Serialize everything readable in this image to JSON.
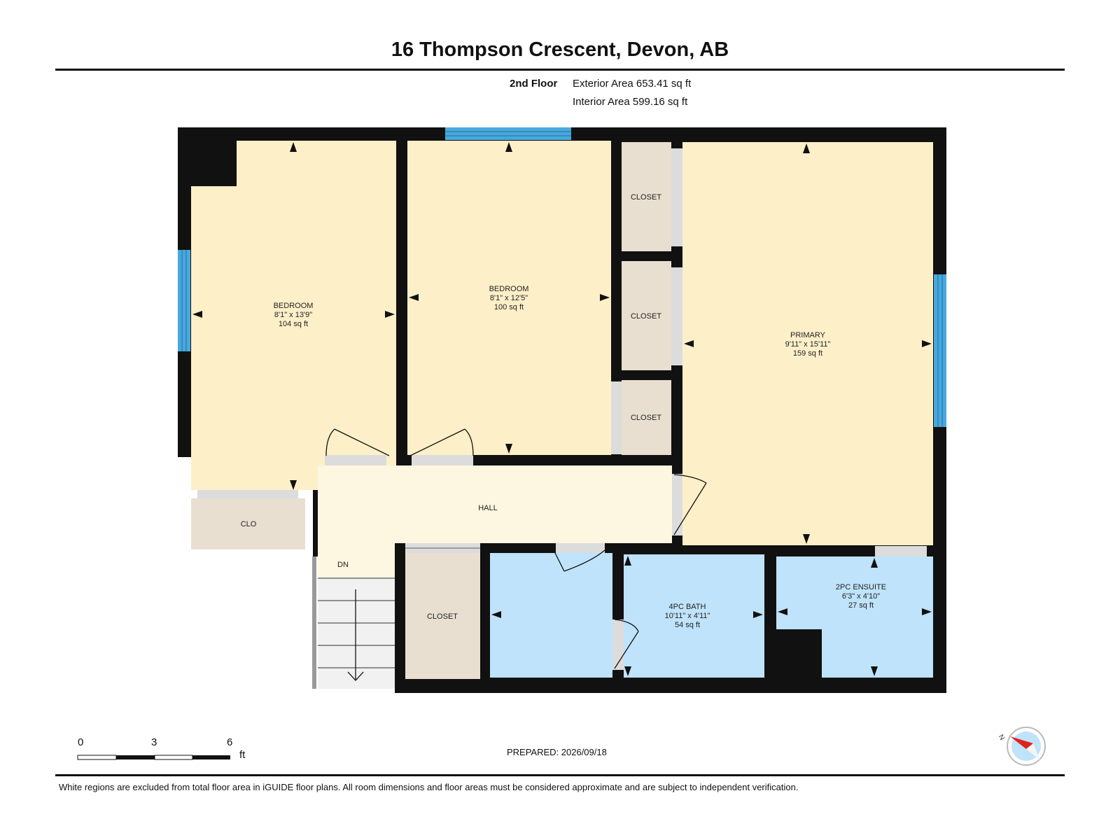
{
  "header": {
    "title": "16 Thompson Crescent, Devon, AB",
    "floor": "2nd Floor",
    "exterior_area": "Exterior Area 653.41 sq ft",
    "interior_area": "Interior Area 599.16 sq ft"
  },
  "rooms": {
    "bedroom1": {
      "name": "BEDROOM",
      "dims": "8'1\" x 13'9\"",
      "area": "104 sq ft"
    },
    "bedroom2": {
      "name": "BEDROOM",
      "dims": "8'1\" x 12'5\"",
      "area": "100 sq ft"
    },
    "primary": {
      "name": "PRIMARY",
      "dims": "9'11\" x 15'11\"",
      "area": "159 sq ft"
    },
    "bath4": {
      "name": "4PC BATH",
      "dims": "10'11\" x 4'11\"",
      "area": "54 sq ft"
    },
    "ensuite2": {
      "name": "2PC ENSUITE",
      "dims": "6'3\" x 4'10\"",
      "area": "27 sq ft"
    },
    "closet_a": {
      "name": "CLOSET"
    },
    "closet_b": {
      "name": "CLOSET"
    },
    "closet_c": {
      "name": "CLOSET"
    },
    "closet_d": {
      "name": "CLOSET"
    },
    "clo": {
      "name": "CLO"
    },
    "hall": {
      "name": "HALL"
    },
    "stairs": {
      "name": "DN"
    }
  },
  "scale": {
    "tick0": "0",
    "tick1": "3",
    "tick2": "6",
    "unit": "ft"
  },
  "compass": {
    "north_label": "N"
  },
  "footer": {
    "prepared": "PREPARED: 2026/09/18",
    "disclaimer": "White regions are excluded from total floor area in iGUIDE floor plans. All room dimensions and floor areas must be considered approximate and are subject to independent verification."
  },
  "colors": {
    "wall": "#111111",
    "bedroom_fill": "#fdefc8",
    "hall_fill": "#fdf6e0",
    "closet_fill": "#e8dfd0",
    "bath_fill": "#bfe3fa",
    "window": "#49a8de",
    "opening": "#dcdcdc"
  }
}
